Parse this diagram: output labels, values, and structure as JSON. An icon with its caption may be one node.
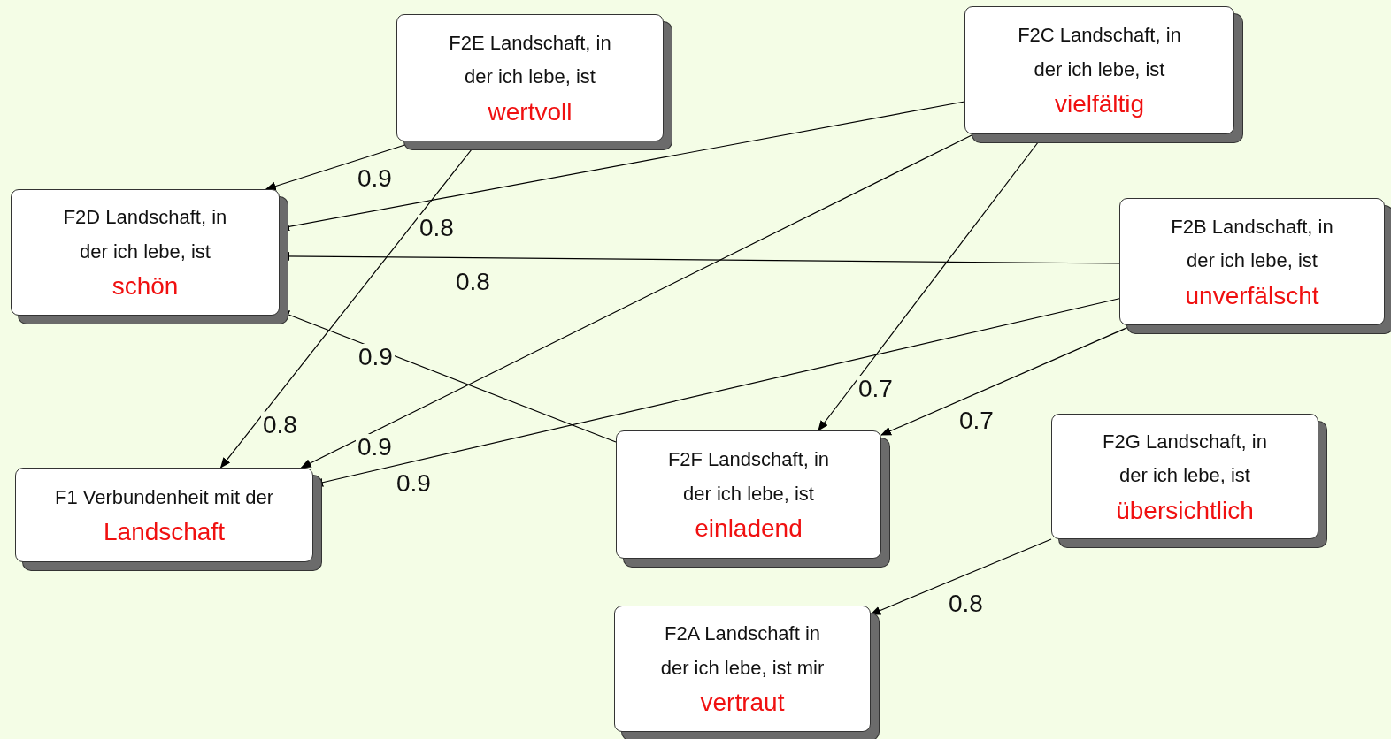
{
  "diagram": {
    "nodes": [
      {
        "text": [
          "F2E Landschaft, in der ich lebe, ist",
          "wertvoll"
        ]
      },
      {
        "text": [
          "F2C Landschaft, in der ich lebe, ist",
          "vielfältig"
        ]
      },
      {
        "text": [
          "F2D Landschaft, in der ich lebe, ist",
          "schön"
        ]
      },
      {
        "text": [
          "F2B Landschaft, in der ich lebe, ist",
          "unverfälscht"
        ]
      },
      {
        "text": [
          "F1 Verbundenheit mit der",
          "Landschaft"
        ]
      },
      {
        "text": [
          "F2F Landschaft, in der ich lebe, ist",
          "einladend"
        ]
      },
      {
        "text": [
          "F2G Landschaft, in der ich lebe, ist",
          "übersichtlich"
        ]
      },
      {
        "text": [
          "F2A Landschaft in der ich lebe, ist mir",
          "vertraut"
        ]
      }
    ],
    "edges": [
      {
        "from": 0,
        "to": 2,
        "arrow": "to",
        "label": "0.9"
      },
      {
        "from": 0,
        "to": 4,
        "arrow": "to",
        "label": "0.8"
      },
      {
        "from": 1,
        "to": 2,
        "arrow": "to",
        "label": "0.8"
      },
      {
        "from": 1,
        "to": 4,
        "arrow": "to",
        "label": "0.9"
      },
      {
        "from": 1,
        "to": 5,
        "arrow": "to",
        "label": "0.7"
      },
      {
        "from": 3,
        "to": 2,
        "arrow": "to",
        "label": "0.8"
      },
      {
        "from": 3,
        "to": 4,
        "arrow": "to",
        "label": "0.9"
      },
      {
        "from": 3,
        "to": 5,
        "arrow": "to",
        "label": "0.7"
      },
      {
        "from": 5,
        "to": 2,
        "arrow": "to",
        "label": "0.9"
      },
      {
        "from": 6,
        "to": 7,
        "arrow": "to",
        "label": "0.8"
      }
    ]
  }
}
